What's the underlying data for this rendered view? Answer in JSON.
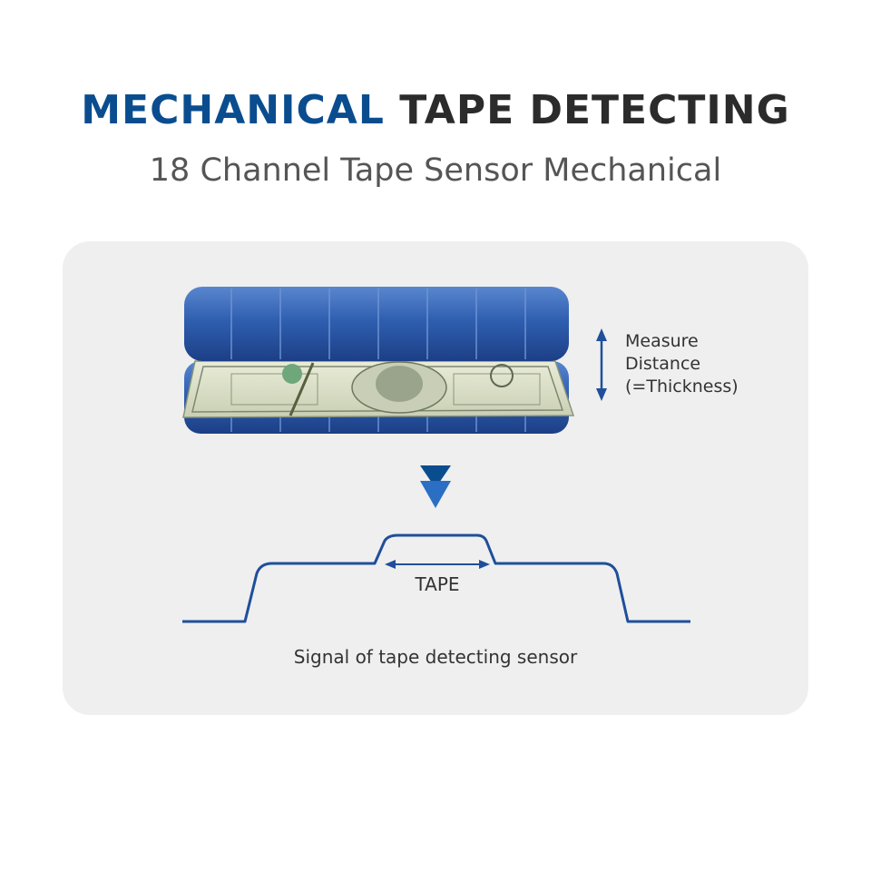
{
  "header": {
    "title_accent": "MECHANICAL",
    "title_rest": "TAPE DETECTING",
    "subtitle": "18 Channel Tape Sensor Mechanical"
  },
  "measure": {
    "line1": "Measure",
    "line2": "Distance",
    "line3": "(=Thickness)"
  },
  "signal": {
    "tape_label": "TAPE",
    "caption": "Signal of tape detecting sensor"
  },
  "colors": {
    "accent": "#0a4d8f",
    "roller": "#2f5fb0",
    "signal_line": "#1f4f9a",
    "panel": "#efeff0"
  },
  "icons": {
    "flow": "double-down-arrow-icon",
    "measure": "vertical-double-arrow-icon",
    "banknote": "banknote-icon"
  }
}
